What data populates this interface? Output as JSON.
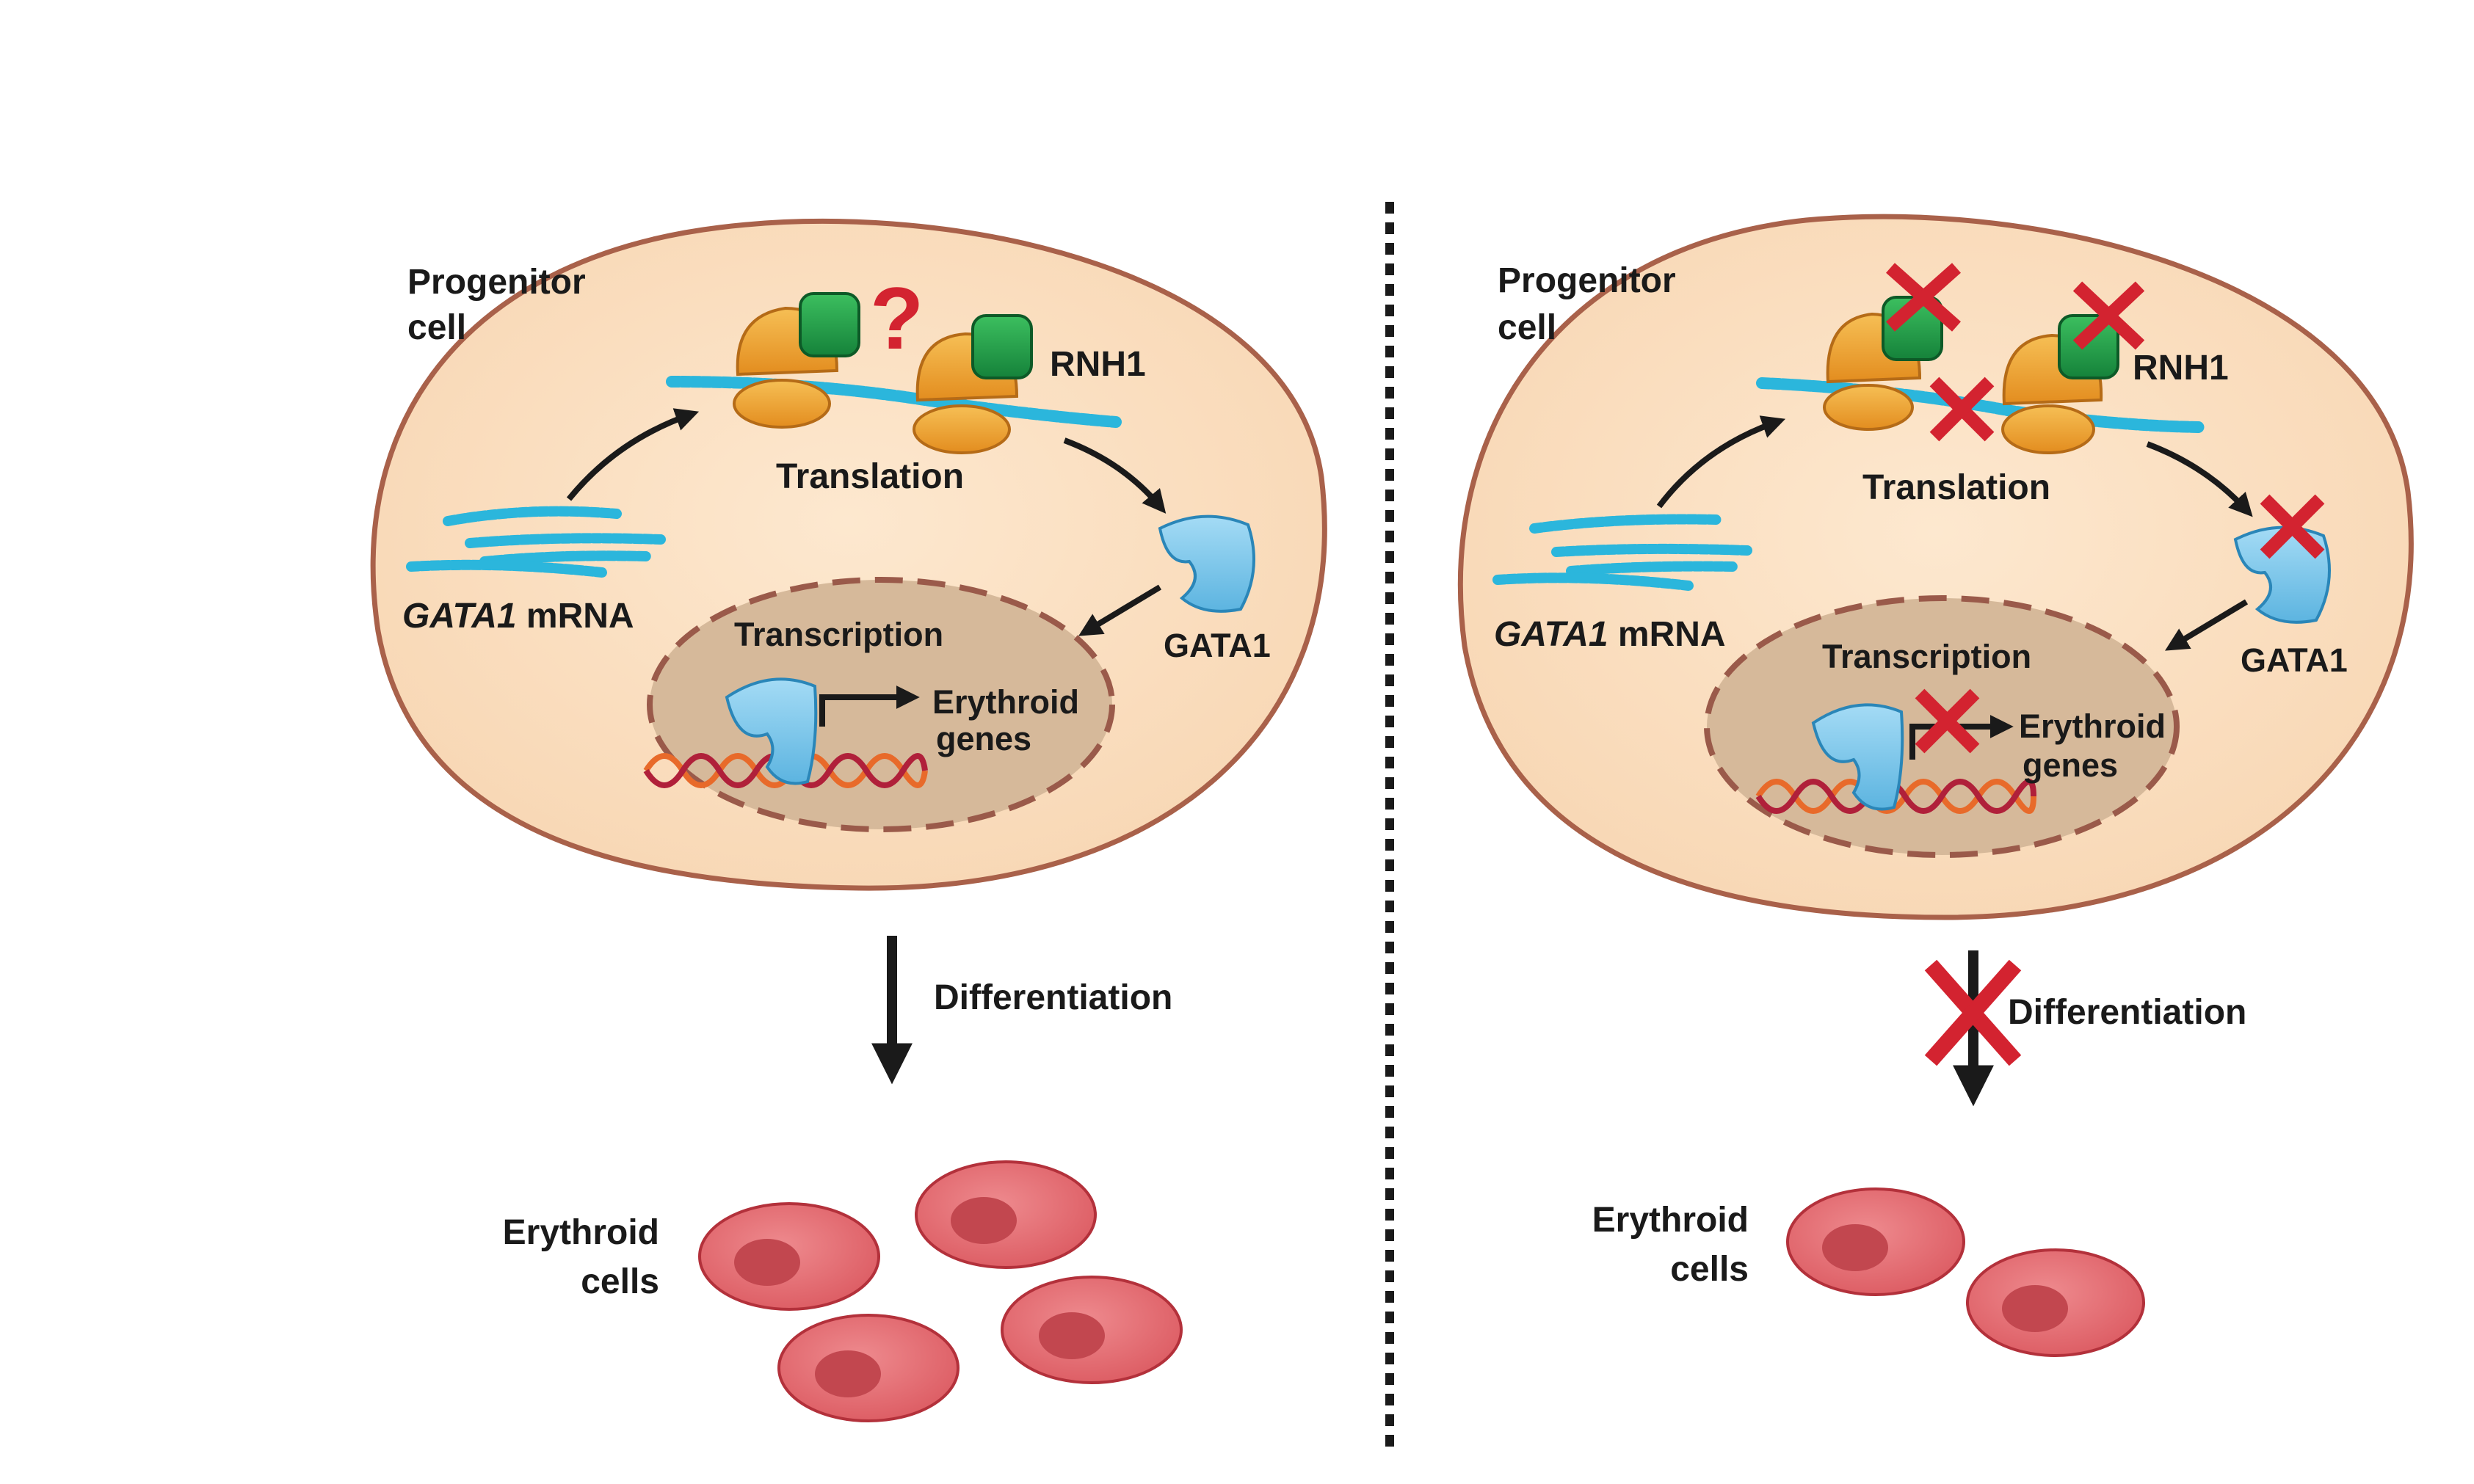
{
  "left_panel": {
    "cell_label_line1": "Progenitor",
    "cell_label_line2": "cell",
    "ribosome_factor": "RNH1",
    "unknown_marker": "?",
    "translation": "Translation",
    "mrna_gene": "GATA1",
    "mrna_suffix": "mRNA",
    "protein": "GATA1",
    "transcription": "Transcription",
    "target_line1": "Erythroid",
    "target_line2": "genes",
    "process": "Differentiation",
    "outcome_line1": "Erythroid",
    "outcome_line2": "cells",
    "outcome_cell_count": 4
  },
  "right_panel": {
    "cell_label_line1": "Progenitor",
    "cell_label_line2": "cell",
    "ribosome_factor": "RNH1",
    "translation": "Translation",
    "mrna_gene": "GATA1",
    "mrna_suffix": "mRNA",
    "protein": "GATA1",
    "transcription": "Transcription",
    "target_line1": "Erythroid",
    "target_line2": "genes",
    "process": "Differentiation",
    "outcome_line1": "Erythroid",
    "outcome_line2": "cells",
    "outcome_cell_count": 2
  },
  "colors": {
    "cytoplasm": "#fbe0c0",
    "cell_border": "#a9614a",
    "nucleus": "#d6b99a",
    "nucleus_border": "#9a5a4a",
    "mrna": "#2bb6dc",
    "ribosome": "#f0a830",
    "rnh1": "#1f9a48",
    "gata1": "#7ec8ec",
    "dna_a": "#e86a2a",
    "dna_b": "#b0203a",
    "inhibition_x": "#d32330",
    "erythrocyte": "#e4666d",
    "erythrocyte_nucleus": "#c2474f",
    "divider": "#1a1a1a"
  }
}
